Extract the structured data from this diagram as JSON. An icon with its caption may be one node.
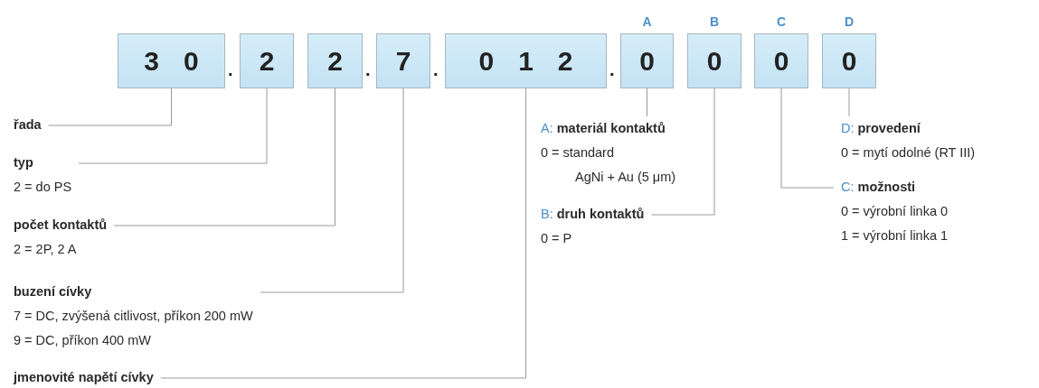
{
  "diagram": {
    "nodes": [
      {
        "text": [
          "30"
        ]
      },
      {
        "text": [
          "2"
        ]
      },
      {
        "text": [
          "2"
        ]
      },
      {
        "text": [
          "7"
        ]
      },
      {
        "text": [
          "012"
        ]
      },
      {
        "text": [
          "0"
        ],
        "beside": [
          "A"
        ]
      },
      {
        "text": [
          "0"
        ],
        "beside": [
          "B"
        ]
      },
      {
        "text": [
          "0"
        ],
        "beside": [
          "C"
        ]
      },
      {
        "text": [
          "0"
        ],
        "beside": [
          "D"
        ]
      },
      {
        "text": [
          "řada"
        ]
      },
      {
        "text": [
          "typ",
          "2 = do PS"
        ]
      },
      {
        "text": [
          "počet kontaktů",
          "2 = 2P, 2 A"
        ]
      },
      {
        "text": [
          "buzení cívky",
          "7 = DC, zvýšená citlivost, příkon 200 mW",
          "9 = DC, příkon 400 mW"
        ]
      },
      {
        "text": [
          "jmenovité napětí cívky"
        ]
      },
      {
        "text": [
          "A:",
          "materiál kontaktů",
          "0 = standard",
          "AgNi + Au (5 μm)"
        ]
      },
      {
        "text": [
          "B:",
          "druh kontaktů",
          "0 = P"
        ]
      },
      {
        "text": [
          "D:",
          "provedení",
          "0 = mytí odolné (RT III)"
        ]
      },
      {
        "text": [
          "C:",
          "možnosti",
          "0 = výrobní linka 0",
          "1 = výrobní linka 1"
        ]
      }
    ],
    "edges": [
      {
        "from": 9,
        "to": 0,
        "arrow": "none"
      },
      {
        "from": 10,
        "to": 1,
        "arrow": "none"
      },
      {
        "from": 11,
        "to": 2,
        "arrow": "none"
      },
      {
        "from": 12,
        "to": 3,
        "arrow": "none"
      },
      {
        "from": 13,
        "to": 4,
        "arrow": "none"
      },
      {
        "from": 14,
        "to": 5,
        "arrow": "none"
      },
      {
        "from": 15,
        "to": 6,
        "arrow": "none"
      },
      {
        "from": 17,
        "to": 7,
        "arrow": "none"
      },
      {
        "from": 16,
        "to": 8,
        "arrow": "none"
      }
    ],
    "labels": [
      ".",
      ".",
      ".",
      "."
    ]
  }
}
